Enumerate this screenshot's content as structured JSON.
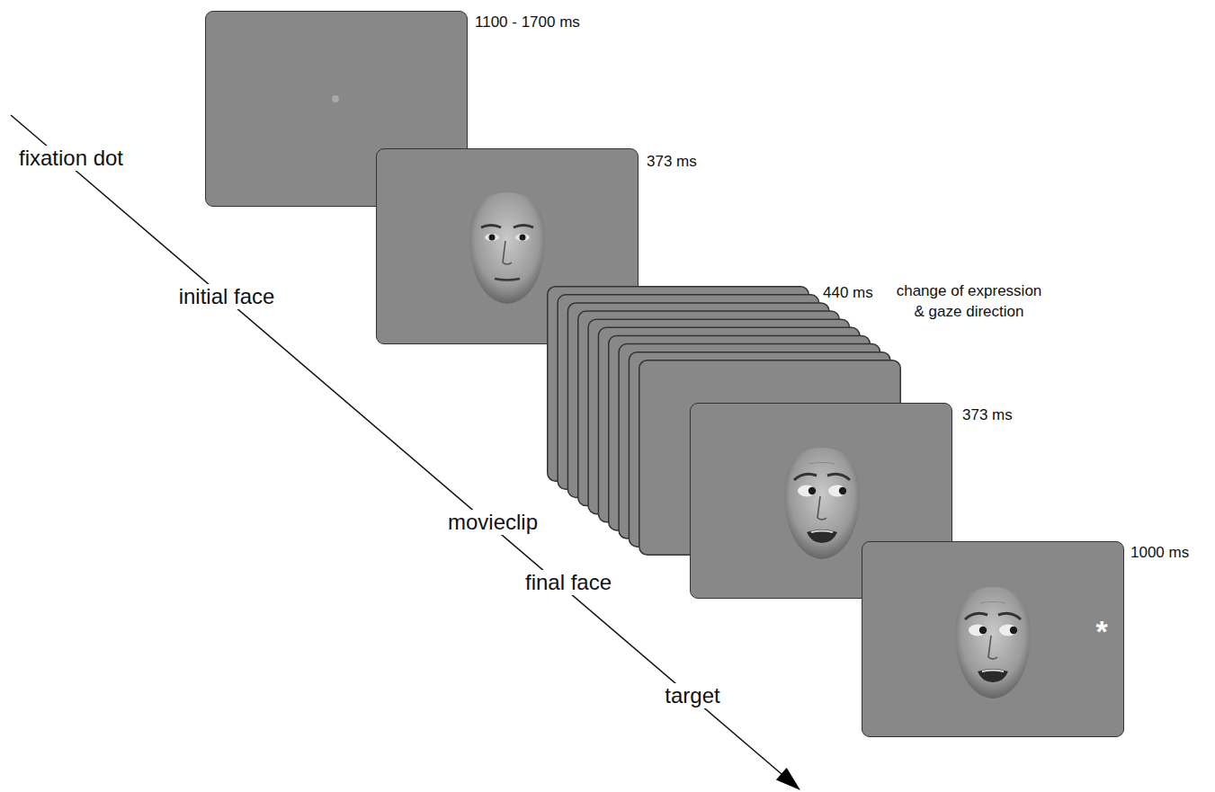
{
  "diagram": {
    "nodes": [
      {
        "text": [
          "1100 - 1700 ms"
        ]
      },
      {
        "text": [
          "373 ms"
        ]
      },
      {
        "text": [
          "440 ms",
          "change of expression & gaze direction"
        ]
      },
      {
        "text": [
          "373 ms"
        ]
      },
      {
        "text": [
          "1000 ms"
        ]
      }
    ],
    "labels": [
      "fixation dot",
      "initial face",
      "movieclip",
      "final face",
      "target",
      "*"
    ]
  }
}
